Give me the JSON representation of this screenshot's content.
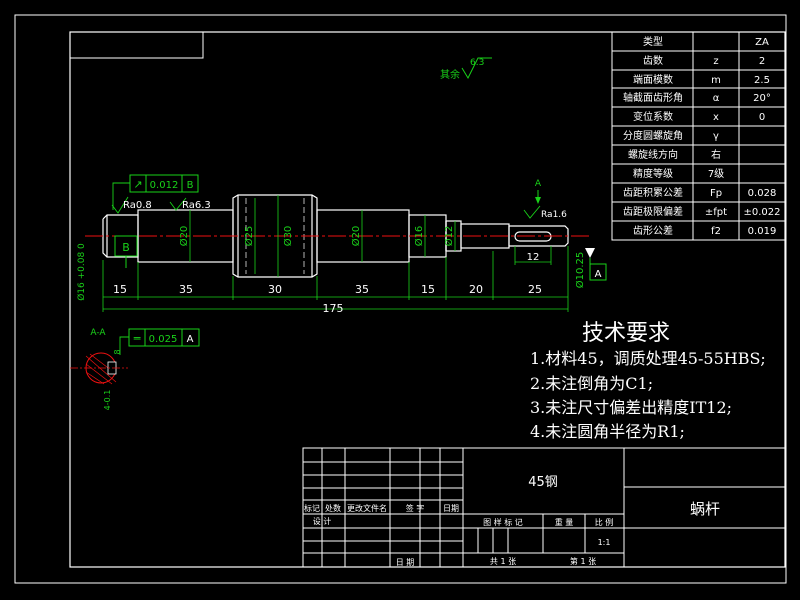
{
  "params": {
    "rows": [
      {
        "name": "类型",
        "sym": "",
        "val": "ZA"
      },
      {
        "name": "齿数",
        "sym": "z",
        "val": "2"
      },
      {
        "name": "端面模数",
        "sym": "m",
        "val": "2.5"
      },
      {
        "name": "轴截面齿形角",
        "sym": "α",
        "val": "20°"
      },
      {
        "name": "变位系数",
        "sym": "x",
        "val": "0"
      },
      {
        "name": "分度圆螺旋角",
        "sym": "γ",
        "val": ""
      },
      {
        "name": "螺旋线方向",
        "sym": "右",
        "val": ""
      },
      {
        "name": "精度等级",
        "sym": "7级",
        "val": ""
      },
      {
        "name": "齿距积累公差",
        "sym": "Fp",
        "val": "0.028"
      },
      {
        "name": "齿距极限偏差",
        "sym": "±fpt",
        "val": "±0.022"
      },
      {
        "name": "齿形公差",
        "sym": "f2",
        "val": "0.019"
      }
    ]
  },
  "roughness": {
    "rest_label": "其余",
    "rest_value": "6.3",
    "ra08": "Ra0.8",
    "ra63": "Ra6.3",
    "ra16": "Ra1.6"
  },
  "tolerances": {
    "runout_value": "0.012",
    "runout_datum": "B",
    "sym_symbol": "═",
    "sym_value": "0.025",
    "sym_datum": "A"
  },
  "datums": {
    "b": "B",
    "a": "A"
  },
  "dims": {
    "d1": "Ø20",
    "d2": "Ø25",
    "d3": "Ø30",
    "d4": "Ø20",
    "d5": "Ø16",
    "d6": "Ø12",
    "d7": "Ø10",
    "left_tol": "Ø16 +0.08 0",
    "right_tol": "Ø10.25",
    "key_width": "12",
    "lengths": [
      "15",
      "35",
      "30",
      "35",
      "15",
      "20",
      "25"
    ],
    "total": "175",
    "section_dim1": "4-0.1",
    "section_dim2": "8"
  },
  "sections": {
    "arrow_label": "A",
    "aa_label": "A-A"
  },
  "tech": {
    "title": "技术要求",
    "items": [
      "1.材料45，调质处理45-55HBS;",
      "2.未注倒角为C1;",
      "3.未注尺寸偏差出精度IT12;",
      "4.未注圆角半径为R1;"
    ]
  },
  "titleblock": {
    "material": "45钢",
    "part_name": "蜗杆",
    "col_mark": "标记",
    "col_count": "处数",
    "col_docno": "更改文件名",
    "col_sign": "签 字",
    "col_date": "日期",
    "designer": "设 计",
    "date_label": "日 期",
    "stage_mark": "图 样 标 记",
    "weight": "重 量",
    "scale_label": "比 例",
    "scale_value": "1:1",
    "sheets_total": "共 1 张",
    "sheet_no": "第 1 张"
  }
}
